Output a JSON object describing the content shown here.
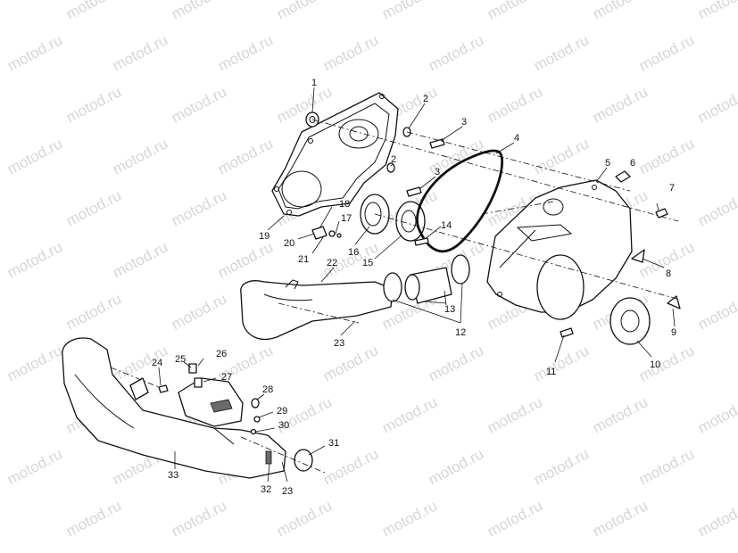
{
  "watermark": "motod.ru",
  "callouts": [
    "1",
    "2",
    "3",
    "4",
    "2",
    "3",
    "5",
    "6",
    "7",
    "18",
    "17",
    "19",
    "20",
    "21",
    "16",
    "15",
    "14",
    "22",
    "8",
    "9",
    "10",
    "11",
    "13",
    "12",
    "23",
    "24",
    "25",
    "26",
    "27",
    "28",
    "29",
    "30",
    "31",
    "33",
    "32",
    "23"
  ]
}
